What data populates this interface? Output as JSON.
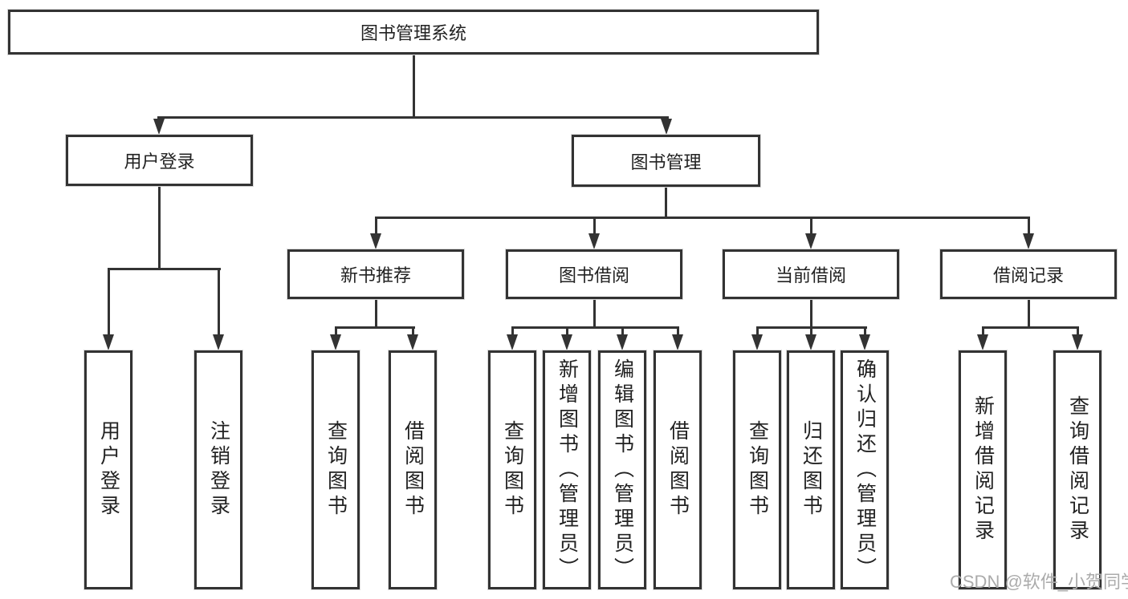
{
  "tree": {
    "label": "图书管理系统",
    "children": [
      {
        "label": "用户登录",
        "children": [
          {
            "label": "用户登录"
          },
          {
            "label": "注销登录"
          }
        ]
      },
      {
        "label": "图书管理",
        "children": [
          {
            "label": "新书推荐",
            "children": [
              {
                "label": "查询图书"
              },
              {
                "label": "借阅图书"
              }
            ]
          },
          {
            "label": "图书借阅",
            "children": [
              {
                "label": "查询图书"
              },
              {
                "label": "新增图书（管理员）"
              },
              {
                "label": "编辑图书（管理员）"
              },
              {
                "label": "借阅图书"
              }
            ]
          },
          {
            "label": "当前借阅",
            "children": [
              {
                "label": "查询图书"
              },
              {
                "label": "归还图书"
              },
              {
                "label": "确认归还（管理员）"
              }
            ]
          },
          {
            "label": "借阅记录",
            "children": [
              {
                "label": "新增借阅记录"
              },
              {
                "label": "查询借阅记录"
              }
            ]
          }
        ]
      }
    ]
  },
  "watermark": {
    "text": "CSDN @软件_小贺同学"
  },
  "colors": {
    "line": "#333333",
    "box_border": "#333333",
    "text": "#222222",
    "background": "#ffffff",
    "watermark": "#ababab"
  }
}
